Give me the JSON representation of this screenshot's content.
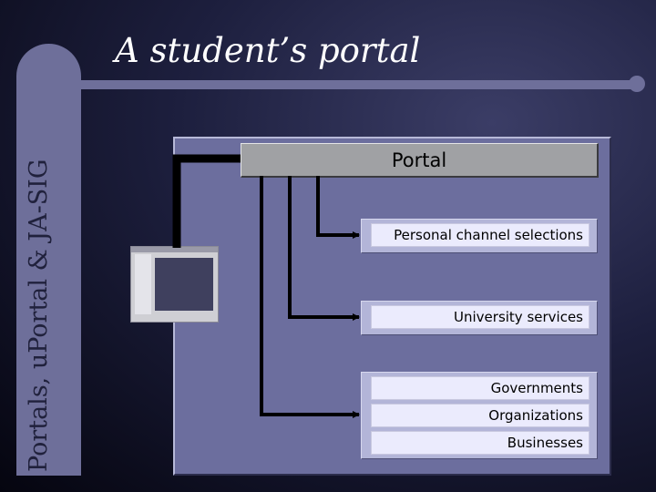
{
  "sidebar": {
    "title": "Portals, uPortal & JA-SIG"
  },
  "slide": {
    "title": "A student’s portal"
  },
  "diagram": {
    "portal_label": "Portal",
    "personal_label": "Personal channel selections",
    "university_label": "University services",
    "external": [
      "Governments",
      "Organizations",
      "Businesses"
    ]
  },
  "colors": {
    "sidebar": "#6e6f9a",
    "panel": "#6c6e9e",
    "portal_box": "#a0a1a4",
    "group_box": "#b3b5d8",
    "cell": "#ebebfd",
    "connector": "#000000"
  }
}
